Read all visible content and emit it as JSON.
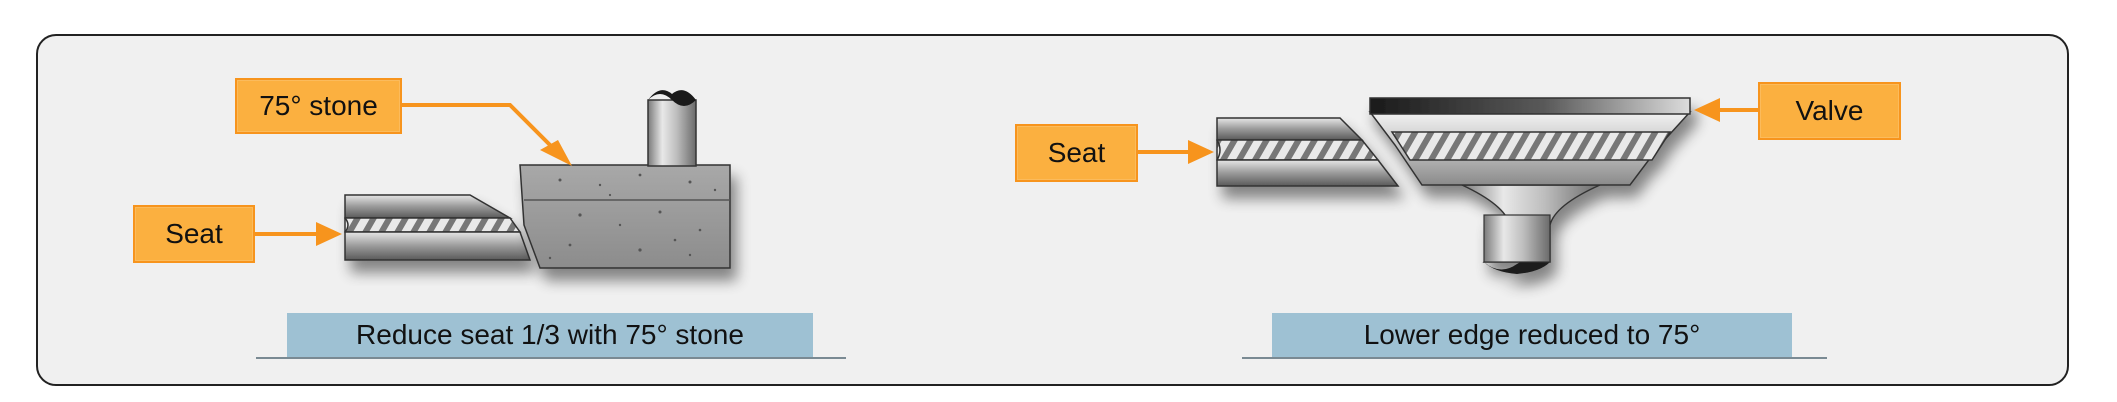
{
  "left_figure": {
    "stone_label": "75° stone",
    "seat_label": "Seat",
    "caption": "Reduce seat 1/3 with 75° stone"
  },
  "right_figure": {
    "seat_label": "Seat",
    "valve_label": "Valve",
    "caption": "Lower edge reduced to 75°"
  },
  "colors": {
    "callout_fill": "#fbb040",
    "callout_border": "#f7941d",
    "arrow": "#f7941d",
    "caption_fill": "#9ec1d3",
    "panel_background": "#f0f0f0"
  }
}
